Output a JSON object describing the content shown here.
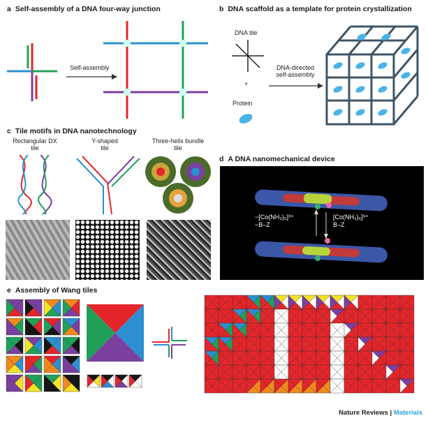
{
  "panels": {
    "a": {
      "letter": "a",
      "title": "Self-assembly of a DNA four-way junction",
      "arrow_label": "Self-assembly"
    },
    "b": {
      "letter": "b",
      "title": "DNA scaffold as a template for protein crystallization",
      "tile_label": "DNA tile",
      "plus": "+",
      "protein_label": "Protein",
      "arrow_label_1": "DNA-directed",
      "arrow_label_2": "self-assembly"
    },
    "c": {
      "letter": "c",
      "title": "Tile motifs in DNA nanotechnology",
      "motif1_line1": "Rectangular DX",
      "motif1_line2": "tile",
      "motif2_line1": "Y-shaped",
      "motif2_line2": "tile",
      "motif3_line1": "Three-helix bundle",
      "motif3_line2": "tile"
    },
    "d": {
      "letter": "d",
      "title": "A DNA nanomechanical device",
      "left_line1": "−[Co(NH₃)₆]³⁺",
      "left_line2": "−B–Z",
      "right_line1": "[Co(NH₃)₆]³⁺",
      "right_line2": "B–Z"
    },
    "e": {
      "letter": "e",
      "title": "Assembly of Wang tiles"
    }
  },
  "footer": {
    "journal": "Nature Reviews",
    "separator": "|",
    "section": "Materials"
  },
  "colors": {
    "red": "#e4252a",
    "green": "#21a05a",
    "blue": "#2b8fd0",
    "purple": "#7b3fa0",
    "orange": "#f08a1c",
    "yellow": "#f4e324",
    "black": "#151515",
    "white": "#ffffff",
    "lattice": "#3f5566",
    "protein": "#4ab3e8"
  }
}
